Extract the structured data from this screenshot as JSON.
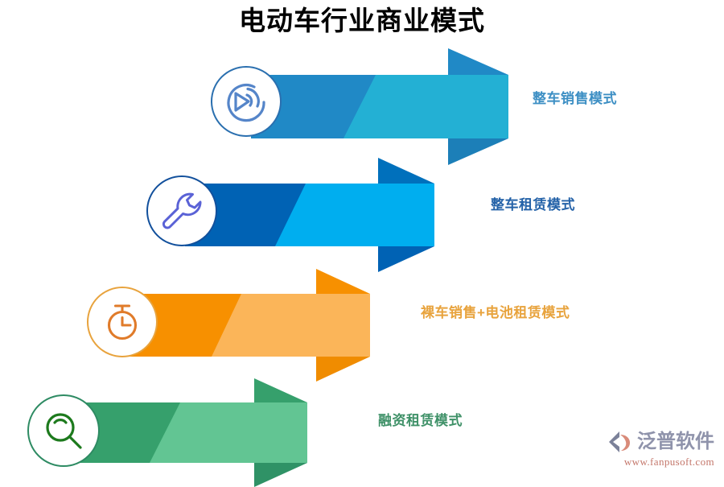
{
  "page": {
    "title": "电动车行业商业模式",
    "background": "#ffffff"
  },
  "rows": [
    {
      "id": "row-1",
      "label": "整车销售模式",
      "label_color": "#3d8fc4",
      "icon": "target-play-icon",
      "icon_color": "#5585c9",
      "colors": {
        "base": "#2089c6",
        "overlay": "#23b0d4",
        "head": "#2089c6",
        "fold": "#1c7fb8",
        "circle_border": "#2a6faf"
      }
    },
    {
      "id": "row-2",
      "label": "整车租赁模式",
      "label_color": "#2462a8",
      "icon": "wrench-icon",
      "icon_color": "#5a62d6",
      "colors": {
        "base": "#0062b4",
        "overlay": "#00aeef",
        "head": "#0070bc",
        "fold": "#0062b4",
        "circle_border": "#12509c"
      }
    },
    {
      "id": "row-3",
      "label": "裸车销售+电池租赁模式",
      "label_color": "#e8a33d",
      "icon": "stopwatch-icon",
      "icon_color": "#e07b2a",
      "colors": {
        "base": "#f79000",
        "overlay": "#fbb559",
        "head": "#f79000",
        "fold": "#f08c00",
        "circle_border": "#e8a33d"
      }
    },
    {
      "id": "row-4",
      "label": "融资租赁模式",
      "label_color": "#3f9168",
      "icon": "magnifier-icon",
      "icon_color": "#1d7a1d",
      "colors": {
        "base": "#36a06c",
        "overlay": "#62c593",
        "head": "#36a06c",
        "fold": "#2f9266",
        "circle_border": "#2e8b63"
      }
    }
  ],
  "watermark": {
    "name": "泛普软件",
    "url": "www.fanpusoft.com",
    "name_color": "#8f93ab",
    "url_color": "#c4776b",
    "mark_color": "#7b8199",
    "mark_accent": "#d98b7a"
  }
}
